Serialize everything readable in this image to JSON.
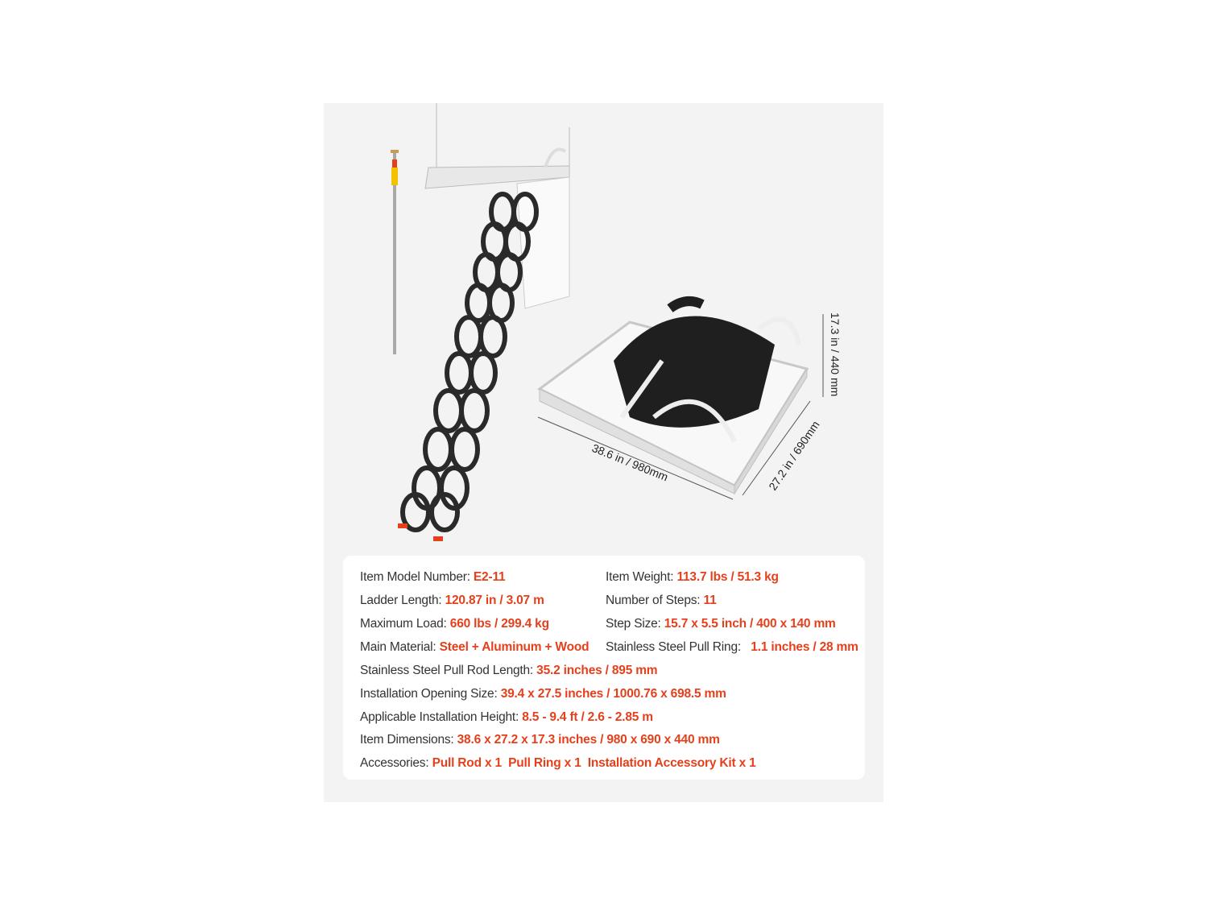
{
  "illustration": {
    "dimension_labels": {
      "length": "38.6 in / 980mm",
      "width": "27.2 in / 690mm",
      "height": "17.3 in / 440 mm"
    }
  },
  "specs": {
    "left": [
      {
        "label": "Item Model Number: ",
        "value": "E2-11"
      },
      {
        "label": "Ladder Length: ",
        "value": "120.87 in / 3.07 m"
      },
      {
        "label": "Maximum Load: ",
        "value": "660 lbs / 299.4 kg"
      },
      {
        "label": "Main Material: ",
        "value": "Steel + Aluminum + Wood"
      }
    ],
    "right": [
      {
        "label": "Item Weight: ",
        "value": "113.7 lbs / 51.3 kg"
      },
      {
        "label": "Number of Steps: ",
        "value": "11"
      },
      {
        "label": "Step Size: ",
        "value": "15.7 x 5.5 inch / 400 x 140 mm"
      },
      {
        "label": "Stainless Steel Pull Ring:   ",
        "value": "1.1 inches / 28 mm"
      }
    ],
    "full": [
      {
        "label": "Stainless Steel Pull Rod Length: ",
        "value": "35.2 inches / 895 mm"
      },
      {
        "label": "Installation Opening Size: ",
        "value": "39.4 x 27.5 inches / 1000.76 x 698.5 mm"
      },
      {
        "label": "Applicable Installation Height: ",
        "value": "8.5 - 9.4 ft / 2.6 - 2.85 m"
      },
      {
        "label": "Item Dimensions: ",
        "value": "38.6 x 27.2 x 17.3 inches / 980 x 690 x 440 mm"
      },
      {
        "label": "Accessories: ",
        "value": "Pull Rod x 1  Pull Ring x 1  Installation Accessory Kit x 1"
      }
    ]
  },
  "colors": {
    "accent": "#e5401c",
    "panel": "#f3f3f3"
  }
}
